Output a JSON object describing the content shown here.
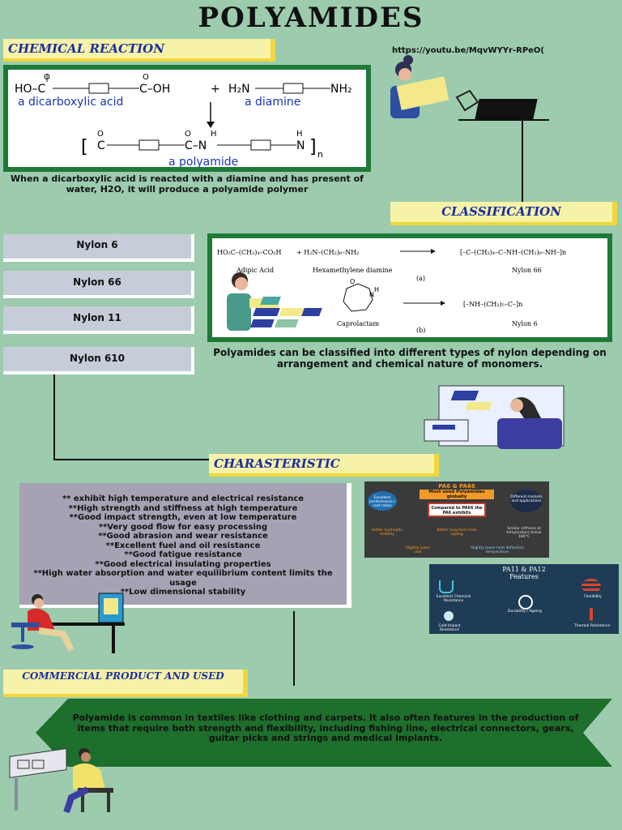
{
  "title": "POLYAMIDES",
  "url": "https://youtu.be/MqvWYYr-RPeO(",
  "sections": {
    "chemical_reaction": "CHEMICAL REACTION",
    "classification": "CLASSIFICATION",
    "characteristic": "CHARASTERISTIC",
    "commercial": "COMMERCIAL PRODUCT AND USED"
  },
  "reaction": {
    "acid_label": "a dicarboxylic acid",
    "diamine_label": "a diamine",
    "polyamide_label": "a polyamide",
    "acid_formula": "HO–C–▭–C–OH",
    "diamine_formula": "H₂N–▭–NH₂",
    "plus": "+",
    "description": "When a dicarboxylic acid is reacted with a diamine and has present of water, H2O, it will produce a polyamide polymer"
  },
  "nylons": [
    "Nylon 6",
    "Nylon 66",
    "Nylon 11",
    "Nylon 610"
  ],
  "classification_diagram": {
    "adipic_acid": "Adipic Acid",
    "hexamethylene": "Hexamethylene diamine",
    "nylon66": "Nylon 66",
    "caprolactam": "Caprolactam",
    "nylon6": "Nylon 6",
    "a": "(a)",
    "b": "(b)",
    "eq_a_left": "HO₂C–(CH₂)₄–CO₂H",
    "eq_a_plus": "+ H₂N–(CH₂)₆–NH₂",
    "eq_a_right": "[–C–(CH₂)₄–C–NH–(CH₂)₆–NH–]n",
    "eq_b_right": "[–NH–(CH₂)₅–C–]n"
  },
  "classification_text": "Polyamides can be classified into different types of nylon depending on arrangement and chemical nature of monomers.",
  "characteristics": [
    "** exhibit high temperature and electrical resistance",
    "**High strength and stiffness at high temperature",
    "**Good impact strength, even at low temperature",
    "**Very good flow for easy processing",
    "**Good abrasion and wear resistance",
    "**Excellent fuel and oil resistance",
    "**Good fatigue resistance",
    "**Good electrical insulating properties",
    "**High water absorption and water equilibrium content limits the usage",
    "**Low dimensional stability"
  ],
  "pa6_card": {
    "title": "PA6 & PA66",
    "subtitle": "Most used Polyamides globally",
    "left": "Excellent performance / cost ratios",
    "right": "Different markets and applications",
    "center": "Compared to PA66 the PA6 exhibits",
    "f1": "Better hydrolytic stability",
    "f2": "Better long term heat ageing",
    "f3": "Similar stiffness at temperature below 180°C",
    "f4": "Slightly lower cost",
    "f5": "Slightly lower heat deflection temperature"
  },
  "pa11_card": {
    "title1": "PA11 & PA12",
    "title2": "Features",
    "f1": "Excellent Chemical Resistance",
    "f2": "Flexibility",
    "f3": "Durability / Ageing",
    "f4": "Cold Impact Resistance",
    "f5": "Thermal Resistance"
  },
  "commercial_text": "Polyamide is common in textiles like clothing and carpets. It also often features in the production of items that require both strength and flexibility, including fishing line, electrical connectors, gears, guitar picks and strings and medical implants.",
  "colors": {
    "background": "#9ccbae",
    "banner": "#f6f2a8",
    "banner_text": "#1a2fa0",
    "panel_border": "#1f7a37",
    "arrow_banner": "#1e6e2c",
    "char_box": "#a5a3b3"
  }
}
